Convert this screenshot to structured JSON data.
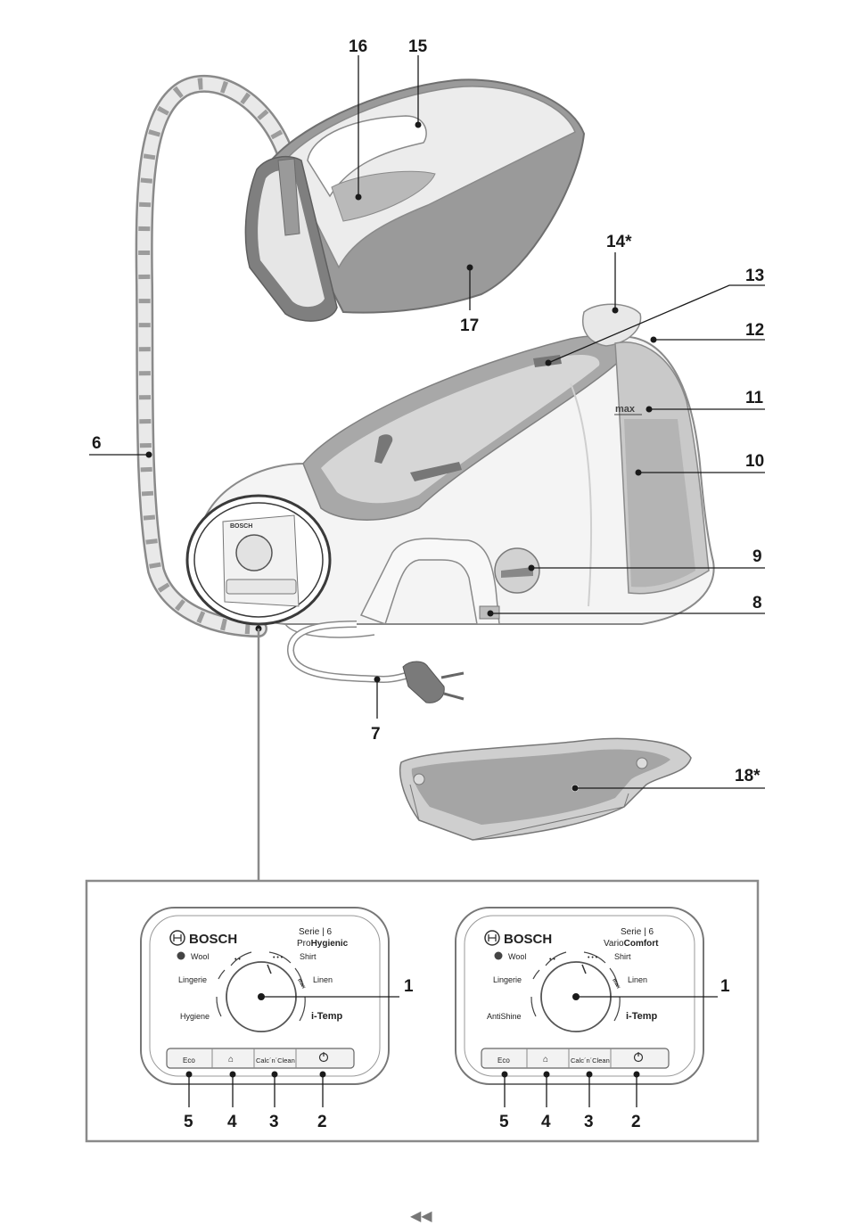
{
  "callouts": {
    "c1a": "1",
    "c1b": "1",
    "c2a": "2",
    "c2b": "2",
    "c3a": "3",
    "c3b": "3",
    "c4a": "4",
    "c4b": "4",
    "c5a": "5",
    "c5b": "5",
    "c6": "6",
    "c7": "7",
    "c8": "8",
    "c9": "9",
    "c10": "10",
    "c11": "11",
    "c12": "12",
    "c13": "13",
    "c14": "14*",
    "c15": "15",
    "c16": "16",
    "c17": "17",
    "c18": "18*"
  },
  "tank": {
    "max_label": "max"
  },
  "panels": {
    "left": {
      "brand": "BOSCH",
      "series": "Serie | 6",
      "model_prefix": "Pro",
      "model_suffix": "Hygienic",
      "wool": "Wool",
      "lingerie": "Lingerie",
      "shirt": "Shirt",
      "linen": "Linen",
      "special": "Hygiene",
      "itemp": "i-Temp",
      "max_tag": "max",
      "btn_eco": "Eco",
      "btn_calc": "Calc´n´Clean"
    },
    "right": {
      "brand": "BOSCH",
      "series": "Serie | 6",
      "model_prefix": "Vario",
      "model_suffix": "Comfort",
      "wool": "Wool",
      "lingerie": "Lingerie",
      "shirt": "Shirt",
      "linen": "Linen",
      "special": "AntiShine",
      "itemp": "i-Temp",
      "max_tag": "max",
      "btn_eco": "Eco",
      "btn_calc": "Calc´n´Clean"
    }
  },
  "nav": {
    "back_glyph": "◀◀"
  }
}
